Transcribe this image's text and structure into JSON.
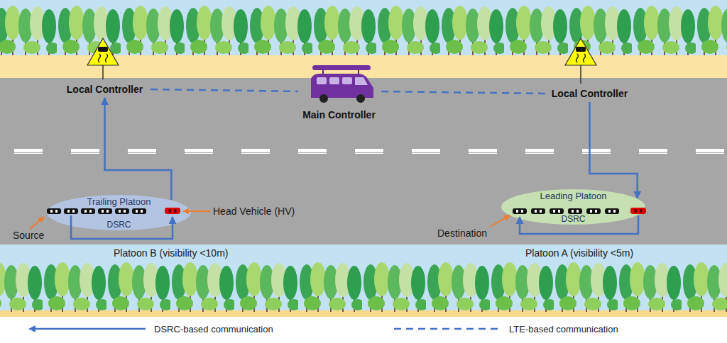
{
  "diagram": {
    "nodes": [
      {
        "text": [
          "Local Controller"
        ]
      },
      {
        "text": [
          "Main Controller"
        ]
      },
      {
        "text": [
          "Local Controller"
        ]
      },
      {
        "text": [
          "Trailing Platoon",
          "DSRC"
        ]
      },
      {
        "text": [
          "Leading Platoon",
          "DSRC"
        ]
      }
    ],
    "edges": [
      {
        "from": 0,
        "to": 1,
        "arrow": "none"
      },
      {
        "from": 1,
        "to": 2,
        "arrow": "none"
      },
      {
        "from": 3,
        "to": 0,
        "arrow": "to"
      },
      {
        "from": 2,
        "to": 4,
        "arrow": "to"
      }
    ],
    "labels": [
      "Head Vehicle (HV)",
      "Source",
      "Destination",
      "Platoon B (visibility <10m)",
      "Platoon A (visibility <5m)"
    ],
    "legend": [
      {
        "text": "DSRC-based communication"
      },
      {
        "text": "LTE-based communication"
      }
    ]
  }
}
